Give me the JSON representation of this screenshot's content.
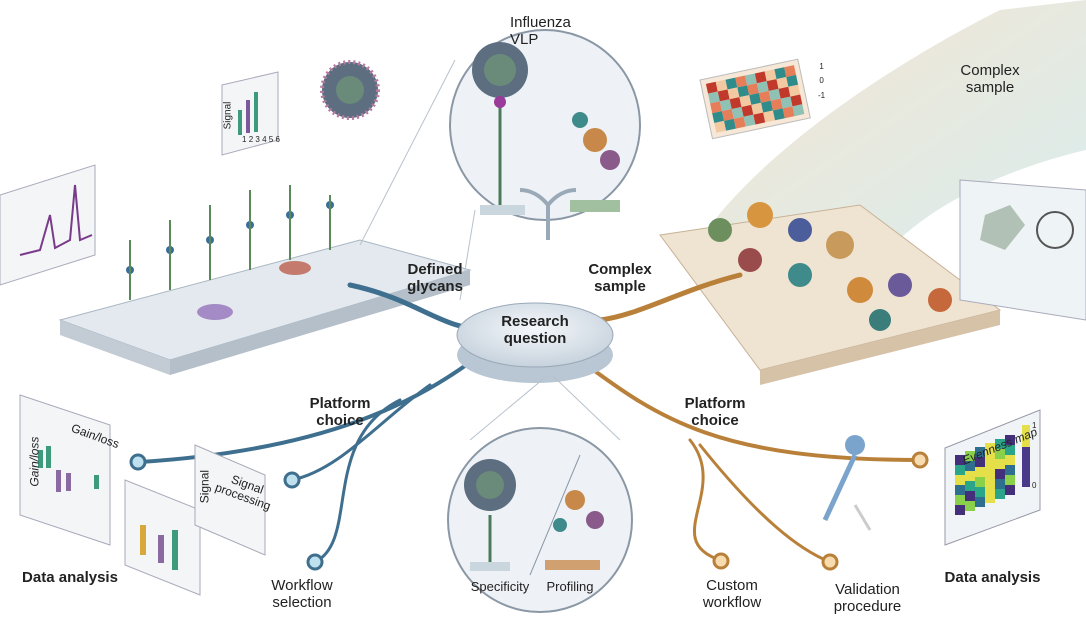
{
  "center": {
    "label": "Research question"
  },
  "left": {
    "branch_label": "Defined glycans",
    "platform_label": "Platform choice",
    "data_analysis": "Data analysis",
    "workflow_selection": "Workflow selection",
    "panels": {
      "gain_loss_axis": "Gain/loss",
      "gain_loss_title": "Gain/loss",
      "signal_axis": "Signal",
      "signal_title": "Signal processing",
      "top_signal_axis": "Signal",
      "top_signal_ticks": [
        "1",
        "2",
        "3",
        "4",
        "5",
        "6"
      ]
    },
    "color": "#3f6f8f"
  },
  "right": {
    "branch_label": "Complex sample",
    "flow_label": "Complex sample",
    "platform_label": "Platform choice",
    "custom_workflow": "Custom workflow",
    "validation_procedure": "Validation procedure",
    "data_analysis": "Data analysis",
    "evenness_title": "Evenness map",
    "evenness_scale": [
      "1",
      "0"
    ],
    "heatmap_scale": [
      "1",
      "0",
      "-1"
    ],
    "color": "#b9803a"
  },
  "top_inset": {
    "virus_label": "Influenza VLP"
  },
  "bottom_inset": {
    "specificity": "Specificity",
    "profiling": "Profiling"
  }
}
